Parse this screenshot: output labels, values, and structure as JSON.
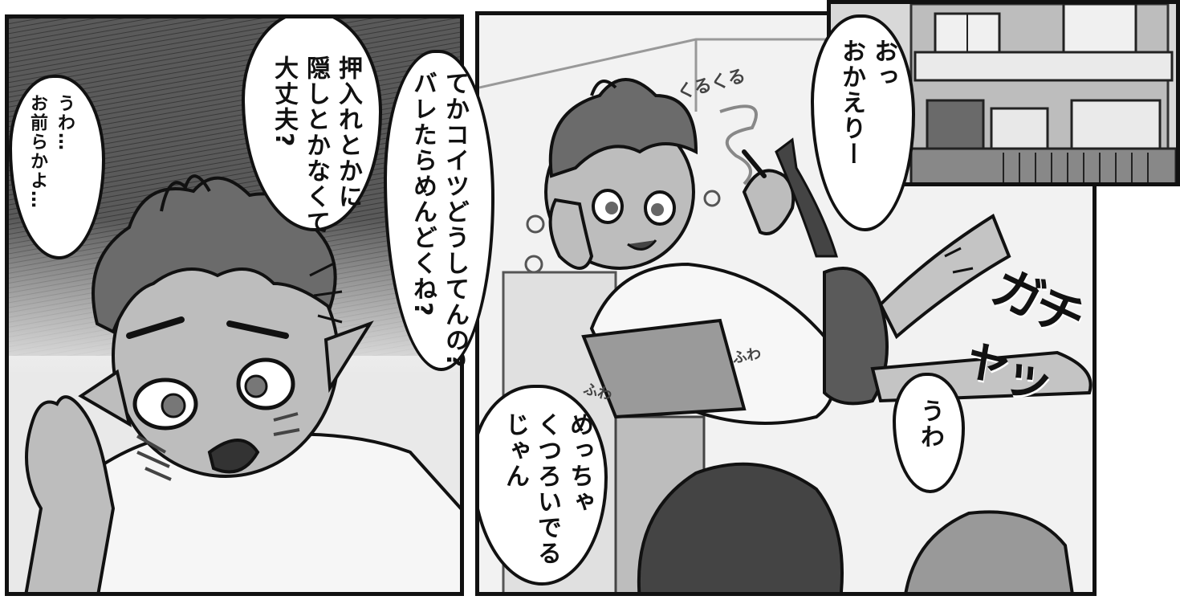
{
  "panel_left": {
    "bubble_1": [
      "うわ…",
      "お前らかよ…"
    ],
    "bubble_2": [
      "押入れとかに",
      "隠しとかなくて",
      "大丈夫?"
    ],
    "bubble_3": [
      "てかコイツどうしてんの?",
      "バレたらめんどくね?"
    ]
  },
  "panel_right": {
    "bubble_4": [
      "おっ",
      "おかえりー"
    ],
    "bubble_5": [
      "めっちゃ",
      "くつろいでる",
      "じゃん"
    ],
    "bubble_6": [
      "うわ"
    ],
    "sfx_door": "ガチャッ",
    "sfx_kurukuru": "くるくる",
    "sfx_fuwa_1": "ふわ",
    "sfx_fuwa_2": "ふわ"
  }
}
